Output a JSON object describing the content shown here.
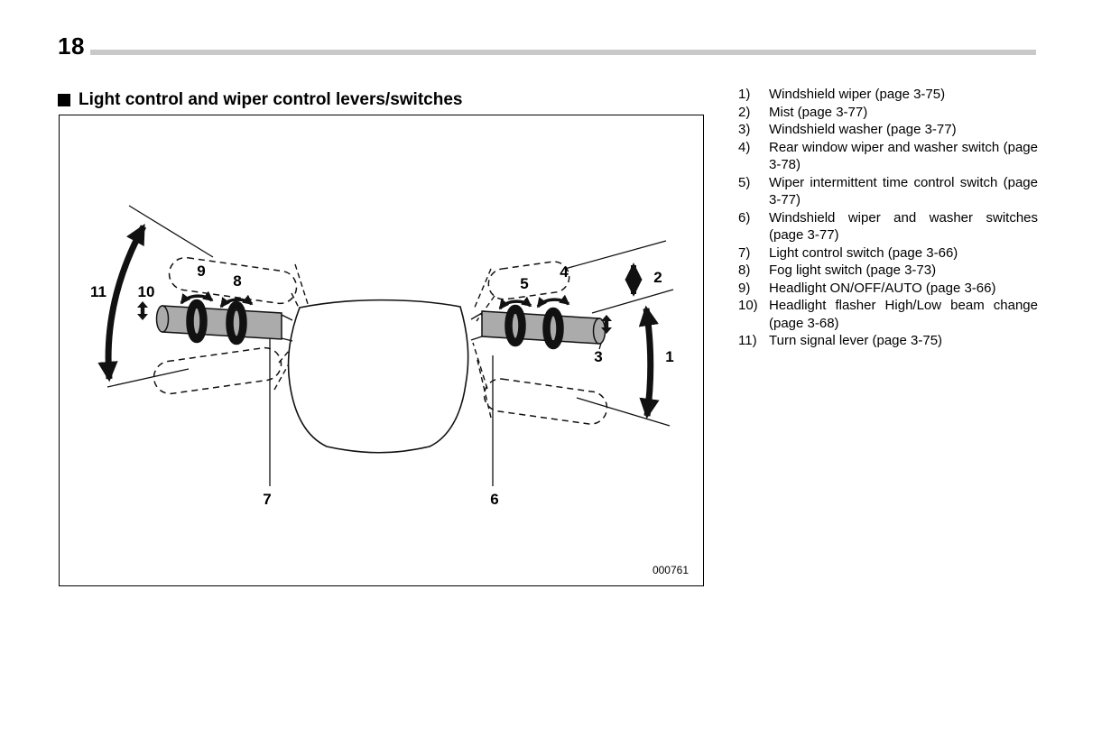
{
  "page": {
    "number": "18",
    "section_heading": "Light control and wiper control levers/switches"
  },
  "diagram": {
    "figure_number": "000761",
    "callouts": [
      "1",
      "2",
      "3",
      "4",
      "5",
      "6",
      "7",
      "8",
      "9",
      "10",
      "11"
    ]
  },
  "legend": {
    "items": [
      {
        "num": "1)",
        "text": "Windshield wiper (page 3-75)"
      },
      {
        "num": "2)",
        "text": "Mist (page 3-77)"
      },
      {
        "num": "3)",
        "text": "Windshield washer (page 3-77)"
      },
      {
        "num": "4)",
        "text": "Rear window wiper and washer switch (page 3-78)"
      },
      {
        "num": "5)",
        "text": "Wiper intermittent time control switch (page 3-77)"
      },
      {
        "num": "6)",
        "text": "Windshield wiper and washer switches (page 3-77)"
      },
      {
        "num": "7)",
        "text": "Light control switch (page 3-66)"
      },
      {
        "num": "8)",
        "text": "Fog light switch (page 3-73)"
      },
      {
        "num": "9)",
        "text": "Headlight ON/OFF/AUTO (page 3-66)"
      },
      {
        "num": "10)",
        "text": "Headlight flasher High/Low beam change (page 3-68)"
      },
      {
        "num": "11)",
        "text": "Turn signal lever (page 3-75)"
      }
    ]
  }
}
